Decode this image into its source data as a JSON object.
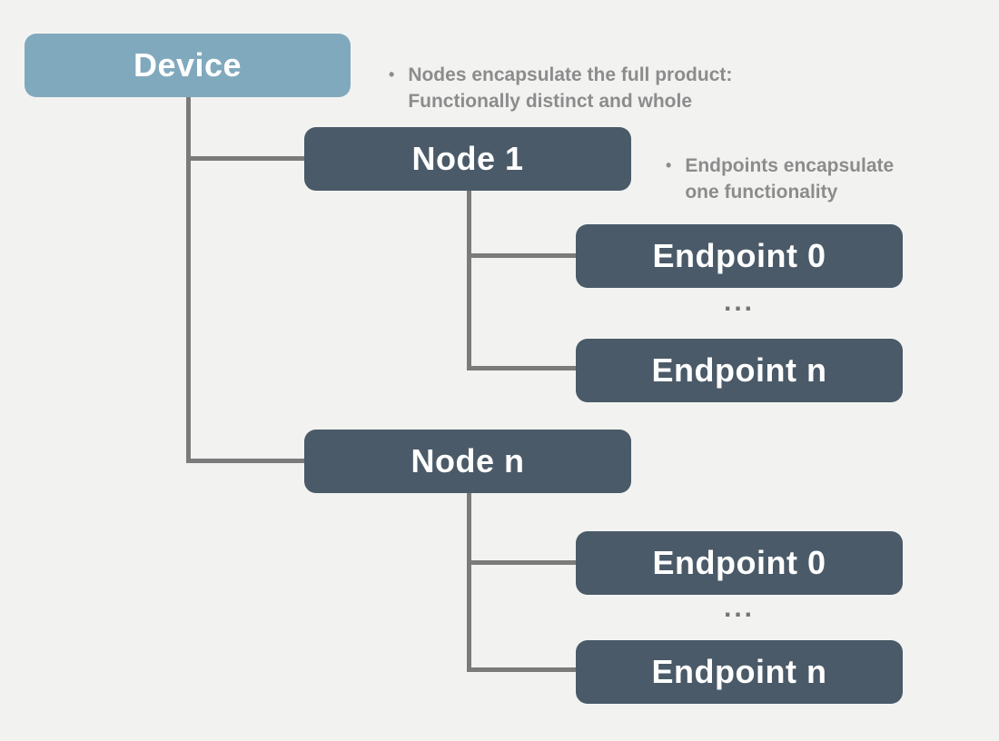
{
  "diagram": {
    "title_context": "Device / Node / Endpoint hierarchy",
    "colors": {
      "background": "#f2f3f1",
      "device_box": "#81a9bd",
      "node_box": "#4a5a68",
      "connector": "#7b7b7b",
      "note_text": "#8c8c8c",
      "box_text": "#ffffff"
    },
    "boxes": {
      "device": "Device",
      "node1": "Node 1",
      "node_n": "Node n",
      "node1_endpoint0": "Endpoint 0",
      "node1_endpoint_n": "Endpoint n",
      "node_n_endpoint0": "Endpoint 0",
      "node_n_endpoint_n": "Endpoint n"
    },
    "ellipsis_top": "...",
    "ellipsis_bottom": "...",
    "notes": [
      {
        "bullet": "•",
        "line1": "Nodes encapsulate the full product:",
        "line2": "Functionally distinct and whole"
      },
      {
        "bullet": "•",
        "line1": "Endpoints encapsulate",
        "line2": "one functionality"
      }
    ]
  }
}
